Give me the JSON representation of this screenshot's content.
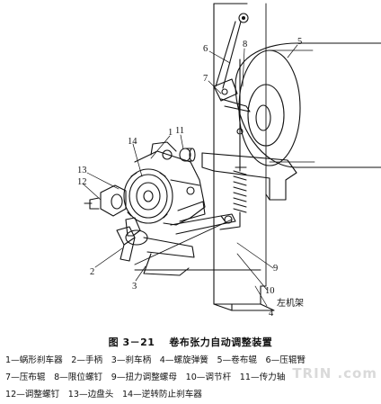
{
  "figure": {
    "callouts": [
      "1",
      "2",
      "3",
      "4",
      "5",
      "6",
      "7",
      "8",
      "9",
      "10",
      "11",
      "12",
      "13",
      "14"
    ],
    "frame_label": "左机架"
  },
  "caption": {
    "number": "图 3－21",
    "title": "卷布张力自动调整装置"
  },
  "legend": [
    "1—蜗形刹车器　2—手柄　3—刹车柄　4—螺旋弹簧　5—卷布辊　6—压辊臂",
    "7—压布辊　8—限位螺钉　9—扭力调整螺母　10—调节杆　11—传力轴",
    "12—调整螺钉　13—边盘头　14—逆转防止刹车器"
  ],
  "watermark": "TRIN .com"
}
